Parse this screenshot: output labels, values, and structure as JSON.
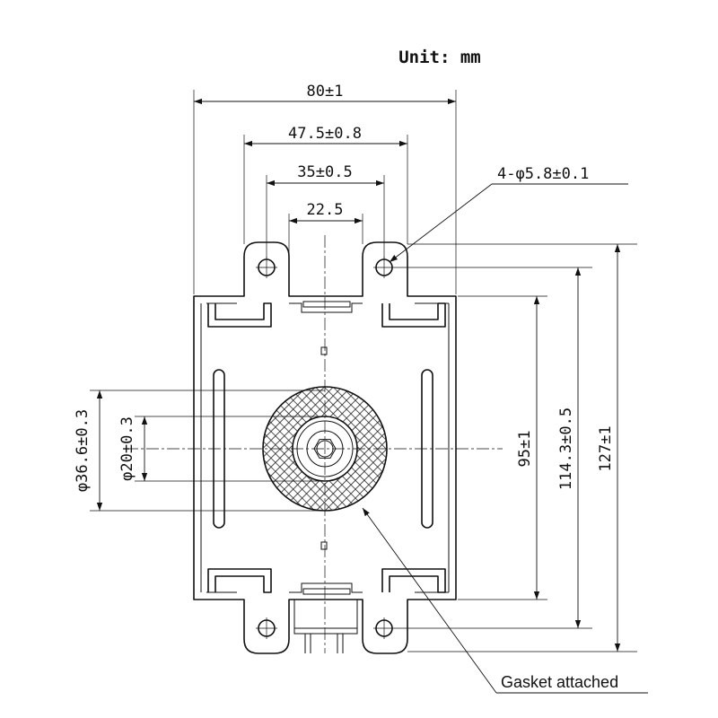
{
  "unit_label": "Unit: mm",
  "dimensions": {
    "overall_width": "80±1",
    "mounting_width": "47.5±0.8",
    "hole_spacing_horizontal": "35±0.5",
    "inner_gap": "22.5",
    "hole_spec": "4-φ5.8±0.1",
    "gasket_outer_diameter": "φ36.6±0.3",
    "gasket_inner_diameter": "φ20±0.3",
    "hole_spacing_vertical": "95±1",
    "plate_height": "114.3±0.5",
    "overall_height": "127±1"
  },
  "callout": {
    "gasket_label": "Gasket attached"
  },
  "colors": {
    "line": "#111111",
    "background": "#ffffff"
  }
}
